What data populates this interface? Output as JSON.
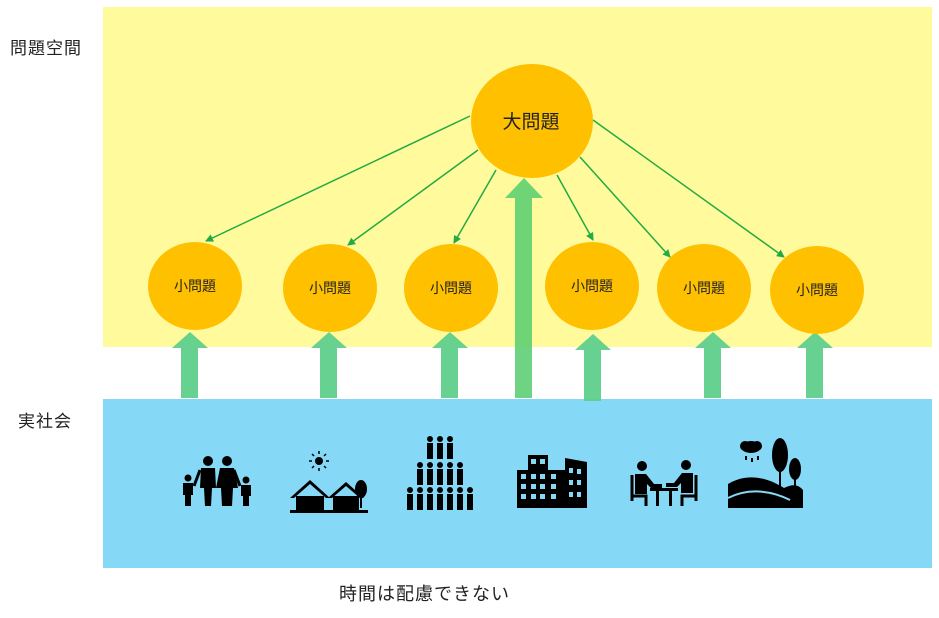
{
  "labels": {
    "problem_space": "問題空間",
    "real_society": "実社会",
    "time_note": "時間は配慮できない"
  },
  "big_problem": {
    "label": "大問題"
  },
  "small_problems": [
    {
      "label": "小問題"
    },
    {
      "label": "小問題"
    },
    {
      "label": "小問題"
    },
    {
      "label": "小問題"
    },
    {
      "label": "小問題"
    },
    {
      "label": "小問題"
    }
  ],
  "society_icons": [
    {
      "icon": "family-icon"
    },
    {
      "icon": "houses-icon"
    },
    {
      "icon": "crowd-icon"
    },
    {
      "icon": "buildings-icon"
    },
    {
      "icon": "meeting-icon"
    },
    {
      "icon": "landscape-icon"
    }
  ],
  "colors": {
    "problem_band": "#fffb9c",
    "society_band": "#85d8f6",
    "node_fill": "#ffc000",
    "up_arrow": "#5fcf8c",
    "down_arrow": "#22aa44"
  }
}
